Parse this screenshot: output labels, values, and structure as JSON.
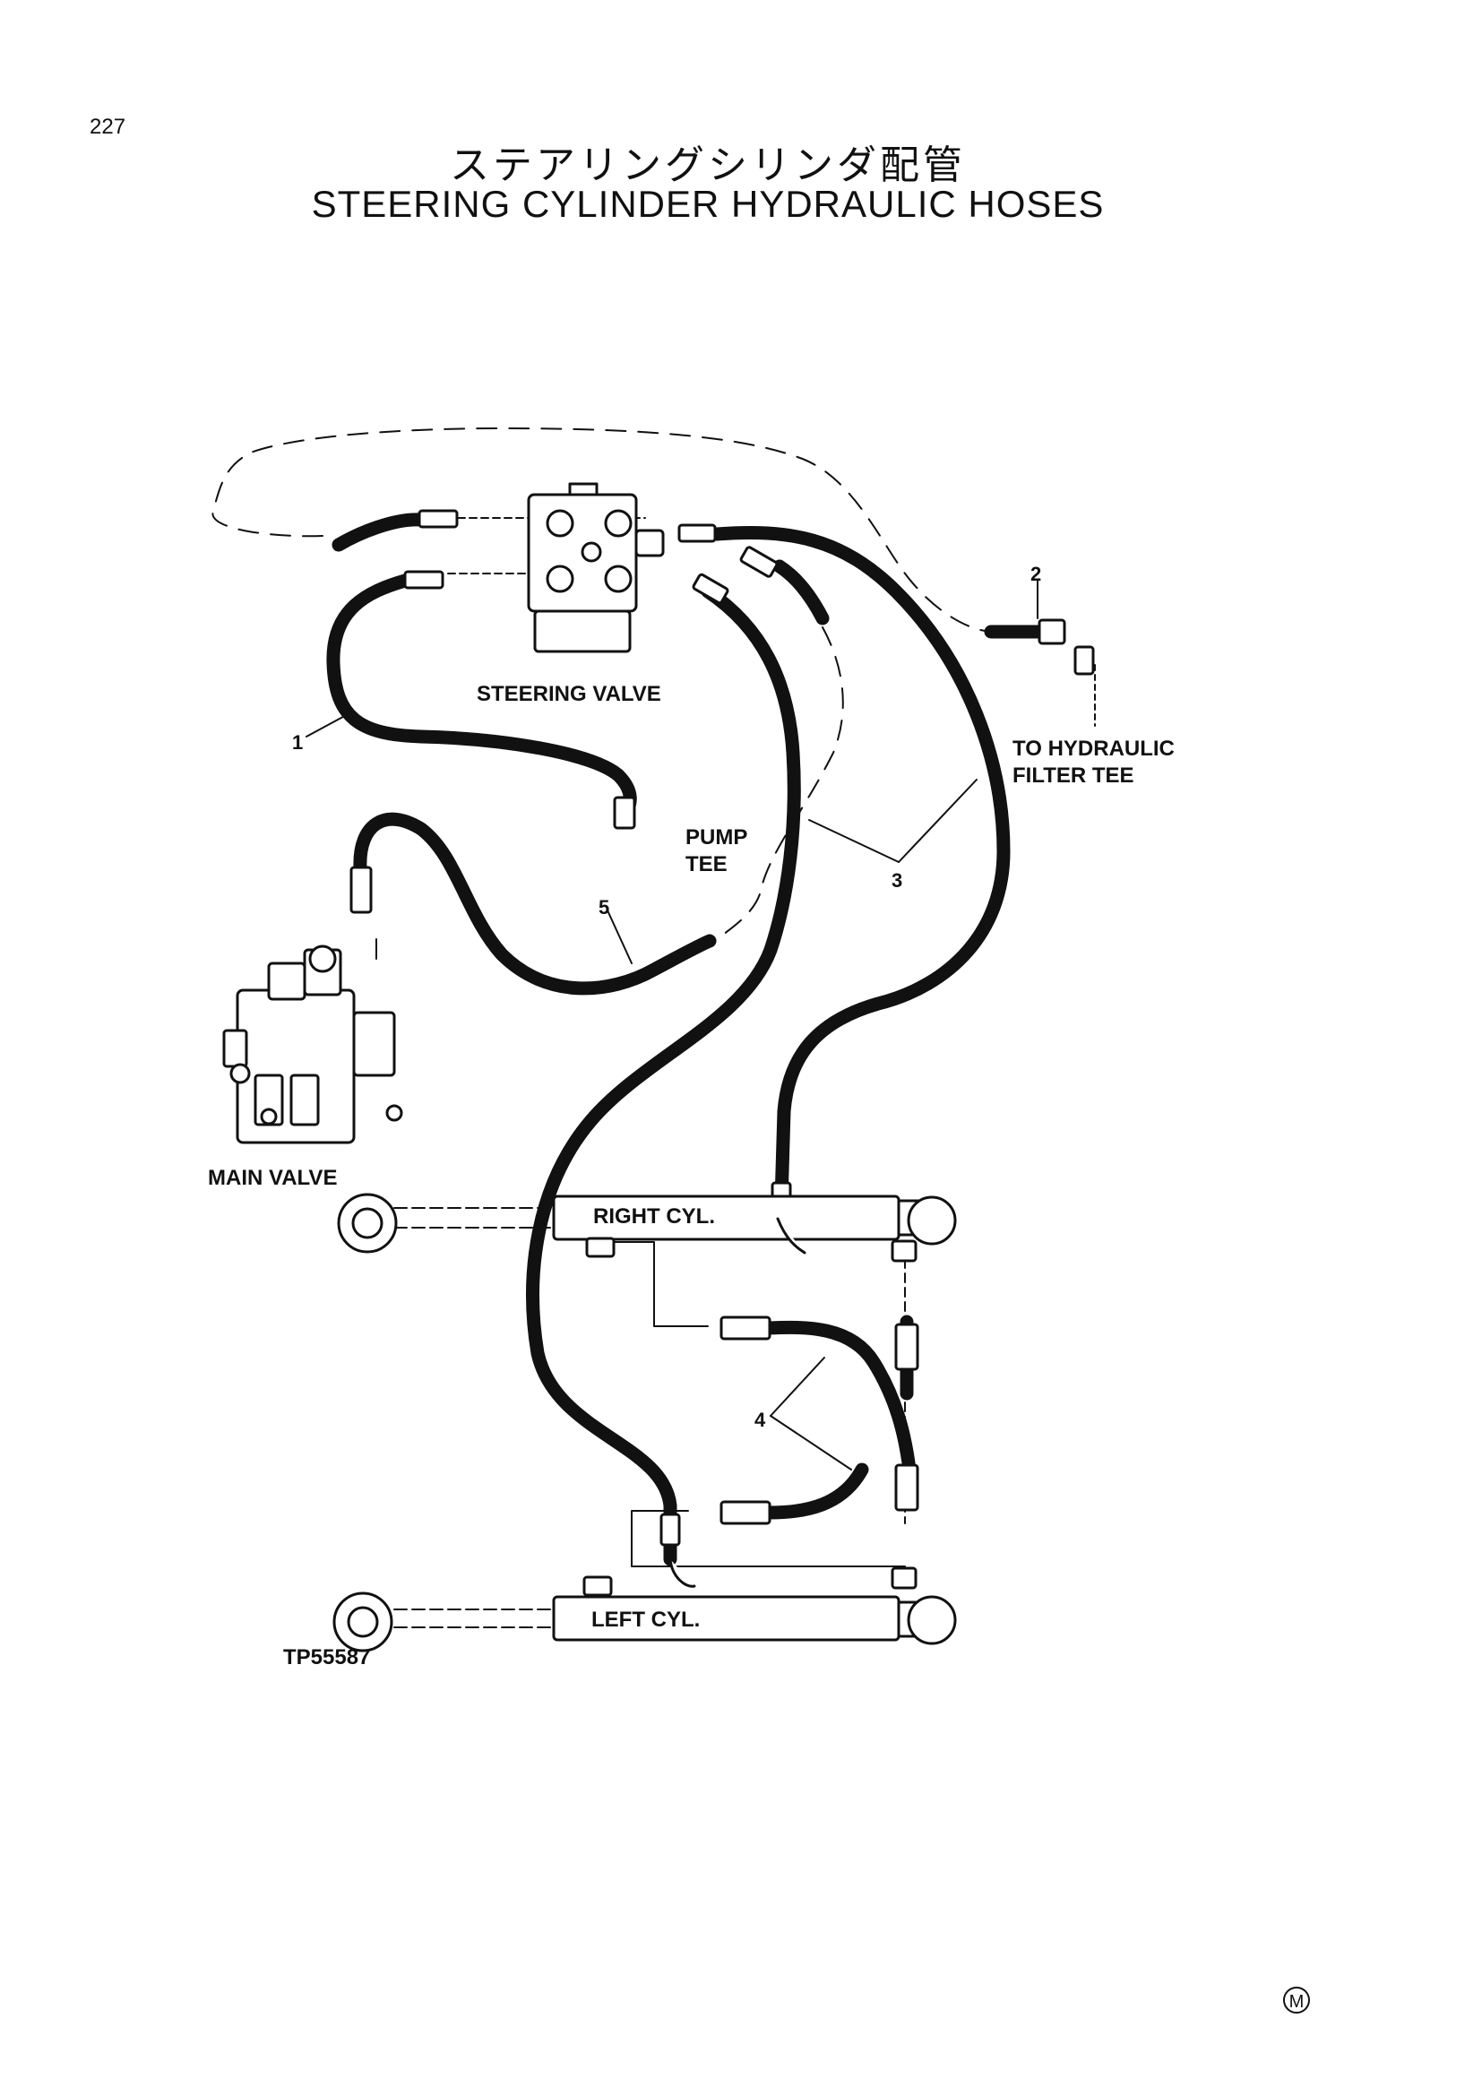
{
  "page_number": "227",
  "title_jp": "ステアリングシリンダ配管",
  "title_en": "STEERING CYLINDER HYDRAULIC HOSES",
  "labels": {
    "steering_valve": "STEERING VALVE",
    "to_hydraulic_line1": "TO HYDRAULIC",
    "to_hydraulic_line2": "FILTER TEE",
    "pump_line1": "PUMP",
    "pump_line2": "TEE",
    "main_valve": "MAIN VALVE",
    "right_cyl": "RIGHT CYL.",
    "left_cyl": "LEFT CYL.",
    "drawing_number": "TP55587"
  },
  "callouts": [
    "1",
    "2",
    "3",
    "4",
    "5"
  ],
  "corner_mark": "M",
  "colors": {
    "ink": "#111111",
    "background": "#ffffff"
  }
}
